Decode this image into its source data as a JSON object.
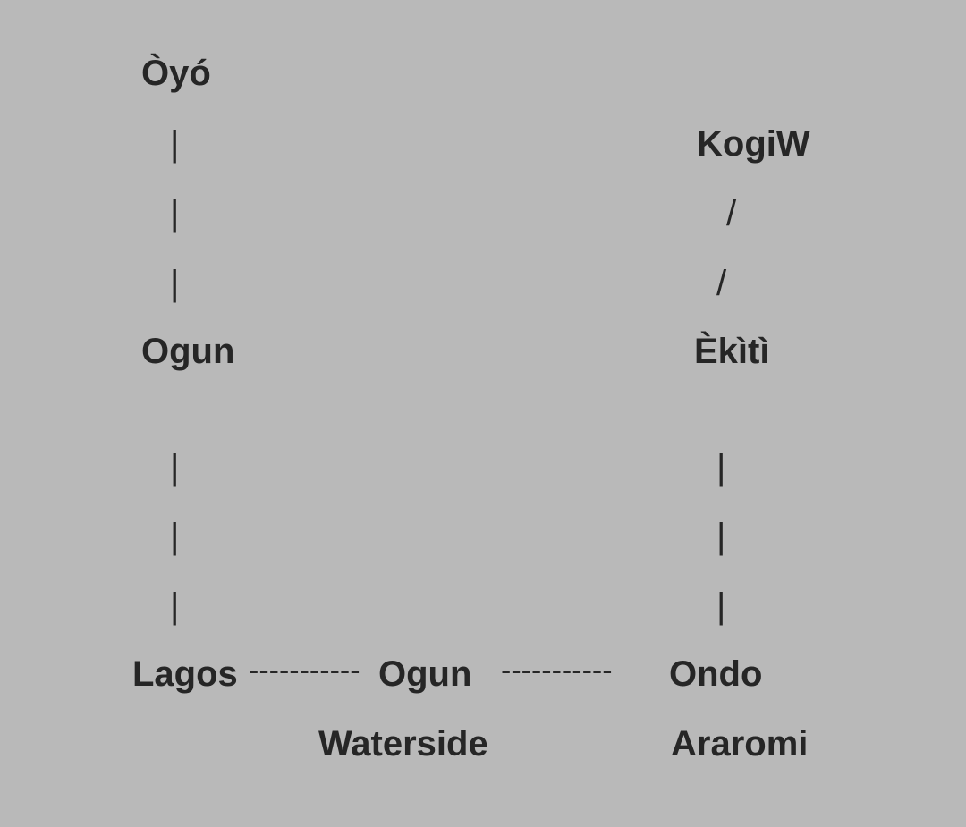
{
  "diagram": {
    "nodes": {
      "oyo": "Òyó",
      "kogi": "KogiW",
      "ogun_top": "Ogun",
      "ekiti": "Èkìtì",
      "lagos": "Lagos",
      "ogun_waterside_line1": "Ogun",
      "ogun_waterside_line2": "Waterside",
      "ondo_line1": "Ondo",
      "ondo_line2": "Araromi"
    },
    "connectors": {
      "pipe": "|",
      "slash": "/",
      "dash_left": "-----------",
      "dash_right": "-----------"
    }
  }
}
